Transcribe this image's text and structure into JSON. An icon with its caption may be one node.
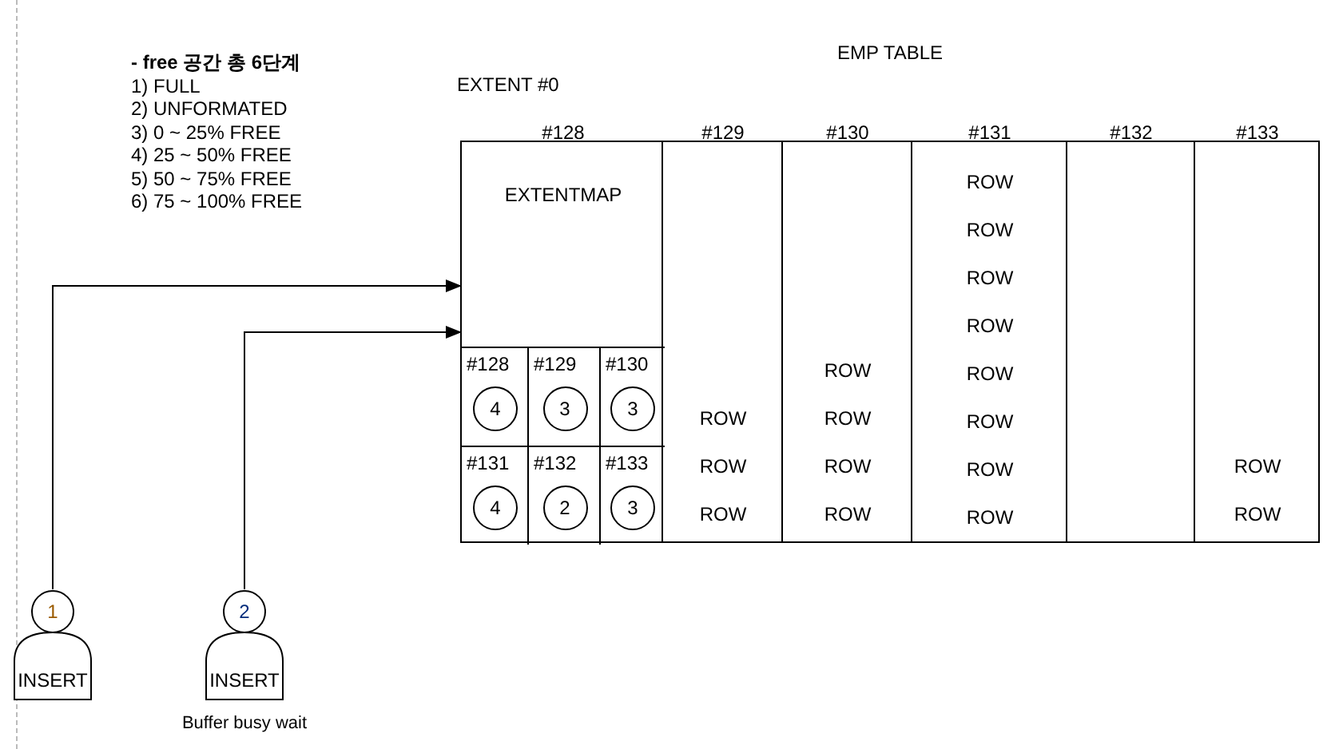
{
  "diagram": {
    "title": "EMP TABLE",
    "nodes": [
      {
        "text": [
          "#128",
          "EXTENTMAP"
        ]
      },
      {
        "text": [
          "#128"
        ],
        "in": 0
      },
      {
        "text": [
          "4"
        ],
        "in": 1
      },
      {
        "text": [
          "#129"
        ],
        "in": 0
      },
      {
        "text": [
          "3"
        ],
        "in": 3
      },
      {
        "text": [
          "#130"
        ],
        "in": 0
      },
      {
        "text": [
          "3"
        ],
        "in": 5
      },
      {
        "text": [
          "#131"
        ],
        "in": 0
      },
      {
        "text": [
          "4"
        ],
        "in": 7
      },
      {
        "text": [
          "#132"
        ],
        "in": 0
      },
      {
        "text": [
          "2"
        ],
        "in": 9
      },
      {
        "text": [
          "#133"
        ],
        "in": 0
      },
      {
        "text": [
          "3"
        ],
        "in": 11
      },
      {
        "text": [
          "#129",
          "ROW",
          "ROW",
          "ROW"
        ]
      },
      {
        "text": [
          "#130",
          "ROW",
          "ROW",
          "ROW",
          "ROW"
        ]
      },
      {
        "text": [
          "#131",
          "ROW",
          "ROW",
          "ROW",
          "ROW",
          "ROW",
          "ROW",
          "ROW",
          "ROW"
        ]
      },
      {
        "text": [
          "#132"
        ]
      },
      {
        "text": [
          "#133",
          "ROW",
          "ROW"
        ]
      },
      {
        "text": [
          "1",
          "INSERT"
        ]
      },
      {
        "text": [
          "2",
          "INSERT"
        ],
        "beside": [
          "Buffer busy wait"
        ]
      }
    ],
    "edges": [
      {
        "from": 18,
        "to": 0,
        "arrow": "to"
      },
      {
        "from": 19,
        "to": 0,
        "arrow": "to"
      }
    ],
    "labels": [
      "- free 공간 총 6단계",
      "1) FULL",
      "2) UNFORMATED",
      "3) 0 ~ 25% FREE",
      "4) 25 ~ 50% FREE",
      "5) 50 ~ 75% FREE",
      "6) 75 ~ 100% FREE",
      "EXTENT #0"
    ]
  }
}
